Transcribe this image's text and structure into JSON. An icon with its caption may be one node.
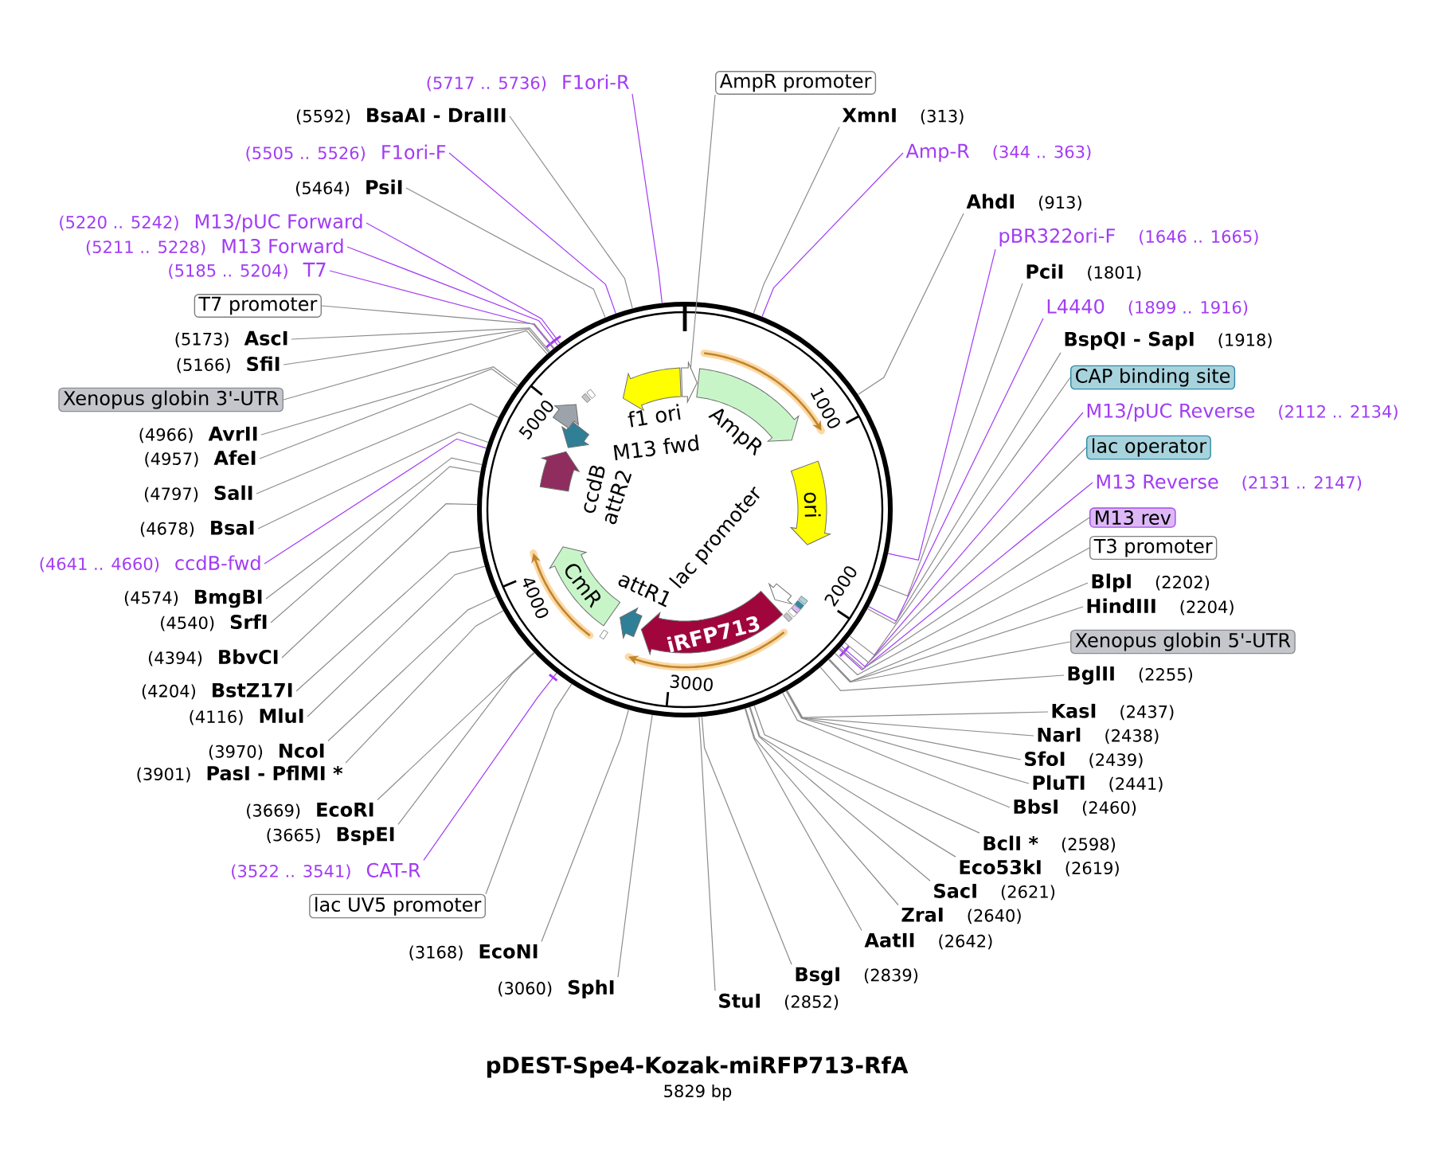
{
  "diagram": {
    "title": "pDEST-Spe4-Kozak-miRFP713-RfA",
    "caption": "5829 bp",
    "nodes": [
      {
        "text": [
          "(5717 .. 5736)",
          "F1ori-R"
        ]
      },
      {
        "text": [
          "AmpR promoter"
        ]
      },
      {
        "text": [
          "XmnI",
          "(313)"
        ]
      },
      {
        "text": [
          "(5592)",
          "BsaAI - DraIII"
        ]
      },
      {
        "text": [
          "Amp-R",
          "(344 .. 363)"
        ]
      },
      {
        "text": [
          "(5505 .. 5526)",
          "F1ori-F"
        ]
      },
      {
        "text": [
          "(5464)",
          "PsiI"
        ]
      },
      {
        "text": [
          "AhdI",
          "(913)"
        ]
      },
      {
        "text": [
          "(5220 .. 5242)",
          "M13/pUC Forward"
        ]
      },
      {
        "text": [
          "pBR322ori-F",
          "(1646 .. 1665)"
        ]
      },
      {
        "text": [
          "(5211 .. 5228)",
          "M13 Forward"
        ]
      },
      {
        "text": [
          "PciI",
          "(1801)"
        ]
      },
      {
        "text": [
          "(5185 .. 5204)",
          "T7"
        ]
      },
      {
        "text": [
          "L4440",
          "(1899 .. 1916)"
        ]
      },
      {
        "text": [
          "T7 promoter"
        ]
      },
      {
        "text": [
          "BspQI - SapI",
          "(1918)"
        ]
      },
      {
        "text": [
          "(5173)",
          "AscI"
        ]
      },
      {
        "text": [
          "(5166)",
          "SfiI"
        ]
      },
      {
        "text": [
          "CAP binding site"
        ]
      },
      {
        "text": [
          "Xenopus globin 3'-UTR"
        ]
      },
      {
        "text": [
          "M13/pUC Reverse",
          "(2112 .. 2134)"
        ]
      },
      {
        "text": [
          "(4966)",
          "AvrII"
        ]
      },
      {
        "text": [
          "(4957)",
          "AfeI"
        ]
      },
      {
        "text": [
          "lac operator"
        ]
      },
      {
        "text": [
          "(4797)",
          "SalI"
        ]
      },
      {
        "text": [
          "M13 Reverse",
          "(2131 .. 2147)"
        ]
      },
      {
        "text": [
          "M13 rev"
        ]
      },
      {
        "text": [
          "(4678)",
          "BsaI"
        ]
      },
      {
        "text": [
          "T3 promoter"
        ]
      },
      {
        "text": [
          "(4641 .. 4660)",
          "ccdB-fwd"
        ]
      },
      {
        "text": [
          "BlpI",
          "(2202)"
        ]
      },
      {
        "text": [
          "HindIII",
          "(2204)"
        ]
      },
      {
        "text": [
          "(4574)",
          "BmgBI"
        ]
      },
      {
        "text": [
          "(4540)",
          "SrfI"
        ]
      },
      {
        "text": [
          "Xenopus globin 5'-UTR"
        ]
      },
      {
        "text": [
          "BglII",
          "(2255)"
        ]
      },
      {
        "text": [
          "(4394)",
          "BbvCI"
        ]
      },
      {
        "text": [
          "(4204)",
          "BstZ17I"
        ]
      },
      {
        "text": [
          "(4116)",
          "MluI"
        ]
      },
      {
        "text": [
          "KasI",
          "(2437)"
        ]
      },
      {
        "text": [
          "NarI",
          "(2438)"
        ]
      },
      {
        "text": [
          "(3970)",
          "NcoI"
        ]
      },
      {
        "text": [
          "SfoI",
          "(2439)"
        ]
      },
      {
        "text": [
          "(3901)",
          "PasI - PflMI *"
        ]
      },
      {
        "text": [
          "PluTI",
          "(2441)"
        ]
      },
      {
        "text": [
          "BbsI",
          "(2460)"
        ]
      },
      {
        "text": [
          "(3669)",
          "EcoRI"
        ]
      },
      {
        "text": [
          "(3665)",
          "BspEI"
        ]
      },
      {
        "text": [
          "BclI *",
          "(2598)"
        ]
      },
      {
        "text": [
          "Eco53kI",
          "(2619)"
        ]
      },
      {
        "text": [
          "(3522 .. 3541)",
          "CAT-R"
        ]
      },
      {
        "text": [
          "SacI",
          "(2621)"
        ]
      },
      {
        "text": [
          "ZraI",
          "(2640)"
        ]
      },
      {
        "text": [
          "AatII",
          "(2642)"
        ]
      },
      {
        "text": [
          "lac UV5 promoter"
        ]
      },
      {
        "text": [
          "(3168)",
          "EcoNI"
        ]
      },
      {
        "text": [
          "BsgI",
          "(2839)"
        ]
      },
      {
        "text": [
          "(3060)",
          "SphI"
        ]
      },
      {
        "text": [
          "StuI",
          "(2852)"
        ]
      },
      {
        "text": [],
        "shape": "circle"
      },
      {
        "text": [
          "f1 ori"
        ],
        "in": 59
      },
      {
        "text": [],
        "shape": "arrow",
        "in": 59
      },
      {
        "text": [
          "AmpR"
        ],
        "in": 59
      },
      {
        "text": [
          "ori"
        ],
        "in": 59
      },
      {
        "text": [
          "lac promoter"
        ],
        "in": 59
      },
      {
        "text": [
          "iRFP713"
        ],
        "in": 59
      },
      {
        "text": [
          "attR1"
        ],
        "in": 59
      },
      {
        "text": [
          "CmR"
        ],
        "in": 59
      },
      {
        "text": [
          "ccdB"
        ],
        "in": 59
      },
      {
        "text": [
          "attR2"
        ],
        "in": 59
      },
      {
        "text": [
          "M13 fwd"
        ],
        "in": 59
      }
    ],
    "edges": [
      {
        "from": 0,
        "to": 59,
        "arrow": "none",
        "color": "#a23cf5"
      },
      {
        "from": 1,
        "to": 61,
        "arrow": "none"
      },
      {
        "from": 2,
        "to": 59,
        "arrow": "none"
      },
      {
        "from": 3,
        "to": 59,
        "arrow": "none"
      },
      {
        "from": 4,
        "to": 59,
        "arrow": "none",
        "color": "#a23cf5"
      },
      {
        "from": 5,
        "to": 59,
        "arrow": "none",
        "color": "#a23cf5"
      },
      {
        "from": 6,
        "to": 59,
        "arrow": "none"
      },
      {
        "from": 7,
        "to": 59,
        "arrow": "none"
      },
      {
        "from": 8,
        "to": 59,
        "arrow": "other",
        "color": "#a23cf5"
      },
      {
        "from": 9,
        "to": 59,
        "arrow": "none",
        "color": "#a23cf5"
      },
      {
        "from": 10,
        "to": 59,
        "arrow": "other",
        "color": "#a23cf5"
      },
      {
        "from": 11,
        "to": 59,
        "arrow": "none"
      },
      {
        "from": 12,
        "to": 59,
        "arrow": "other",
        "color": "#a23cf5"
      },
      {
        "from": 13,
        "to": 59,
        "arrow": "none",
        "color": "#a23cf5"
      },
      {
        "from": 14,
        "to": 59,
        "arrow": "none"
      },
      {
        "from": 15,
        "to": 59,
        "arrow": "none"
      },
      {
        "from": 16,
        "to": 59,
        "arrow": "none"
      },
      {
        "from": 17,
        "to": 59,
        "arrow": "none"
      },
      {
        "from": 18,
        "to": 59,
        "arrow": "none"
      },
      {
        "from": 19,
        "to": 59,
        "arrow": "none"
      },
      {
        "from": 20,
        "to": 59,
        "arrow": "other",
        "color": "#a23cf5"
      },
      {
        "from": 21,
        "to": 59,
        "arrow": "none"
      },
      {
        "from": 22,
        "to": 59,
        "arrow": "none"
      },
      {
        "from": 23,
        "to": 59,
        "arrow": "none"
      },
      {
        "from": 24,
        "to": 59,
        "arrow": "none"
      },
      {
        "from": 25,
        "to": 59,
        "arrow": "other",
        "color": "#a23cf5"
      },
      {
        "from": 26,
        "to": 59,
        "arrow": "none"
      },
      {
        "from": 27,
        "to": 59,
        "arrow": "none"
      },
      {
        "from": 28,
        "to": 59,
        "arrow": "none"
      },
      {
        "from": 29,
        "to": 59,
        "arrow": "none",
        "color": "#a23cf5"
      },
      {
        "from": 30,
        "to": 59,
        "arrow": "none"
      },
      {
        "from": 31,
        "to": 59,
        "arrow": "none"
      },
      {
        "from": 32,
        "to": 59,
        "arrow": "none"
      },
      {
        "from": 33,
        "to": 59,
        "arrow": "none"
      },
      {
        "from": 34,
        "to": 59,
        "arrow": "none"
      },
      {
        "from": 35,
        "to": 59,
        "arrow": "none"
      },
      {
        "from": 36,
        "to": 59,
        "arrow": "none"
      },
      {
        "from": 37,
        "to": 59,
        "arrow": "none"
      },
      {
        "from": 38,
        "to": 59,
        "arrow": "none"
      },
      {
        "from": 39,
        "to": 59,
        "arrow": "none"
      },
      {
        "from": 40,
        "to": 59,
        "arrow": "none"
      },
      {
        "from": 41,
        "to": 59,
        "arrow": "none"
      },
      {
        "from": 42,
        "to": 59,
        "arrow": "none"
      },
      {
        "from": 43,
        "to": 59,
        "arrow": "none"
      },
      {
        "from": 44,
        "to": 59,
        "arrow": "none"
      },
      {
        "from": 45,
        "to": 59,
        "arrow": "none"
      },
      {
        "from": 46,
        "to": 59,
        "arrow": "none"
      },
      {
        "from": 47,
        "to": 59,
        "arrow": "none"
      },
      {
        "from": 48,
        "to": 59,
        "arrow": "none"
      },
      {
        "from": 49,
        "to": 59,
        "arrow": "none"
      },
      {
        "from": 50,
        "to": 59,
        "arrow": "other",
        "color": "#a23cf5"
      },
      {
        "from": 51,
        "to": 59,
        "arrow": "none"
      },
      {
        "from": 52,
        "to": 59,
        "arrow": "none"
      },
      {
        "from": 53,
        "to": 59,
        "arrow": "none"
      },
      {
        "from": 54,
        "to": 59,
        "arrow": "none"
      },
      {
        "from": 55,
        "to": 59,
        "arrow": "none"
      },
      {
        "from": 56,
        "to": 59,
        "arrow": "none"
      },
      {
        "from": 57,
        "to": 59,
        "arrow": "none"
      },
      {
        "from": 58,
        "to": 59,
        "arrow": "none"
      }
    ],
    "labels": [
      "1000",
      "2000",
      "3000",
      "4000",
      "5000"
    ]
  }
}
